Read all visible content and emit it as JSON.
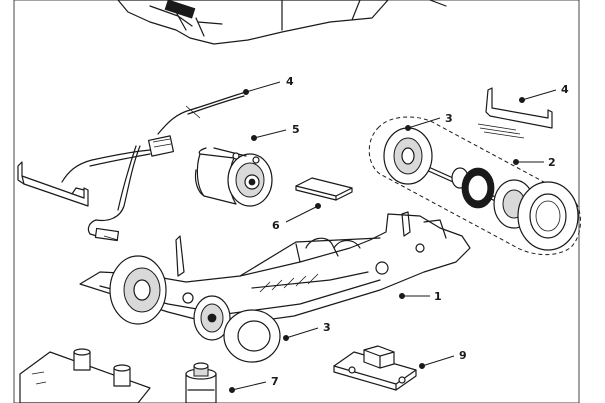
{
  "diagram": {
    "callouts": [
      {
        "id": "wires-left",
        "label": "4"
      },
      {
        "id": "motor",
        "label": "5"
      },
      {
        "id": "wheel-rear",
        "label": "3"
      },
      {
        "id": "bracket-right",
        "label": "4"
      },
      {
        "id": "axle",
        "label": "2"
      },
      {
        "id": "pad",
        "label": "6"
      },
      {
        "id": "chassis",
        "label": "1"
      },
      {
        "id": "wheel-front",
        "label": "3"
      },
      {
        "id": "guide",
        "label": "7"
      },
      {
        "id": "plate",
        "label": "9"
      }
    ]
  }
}
